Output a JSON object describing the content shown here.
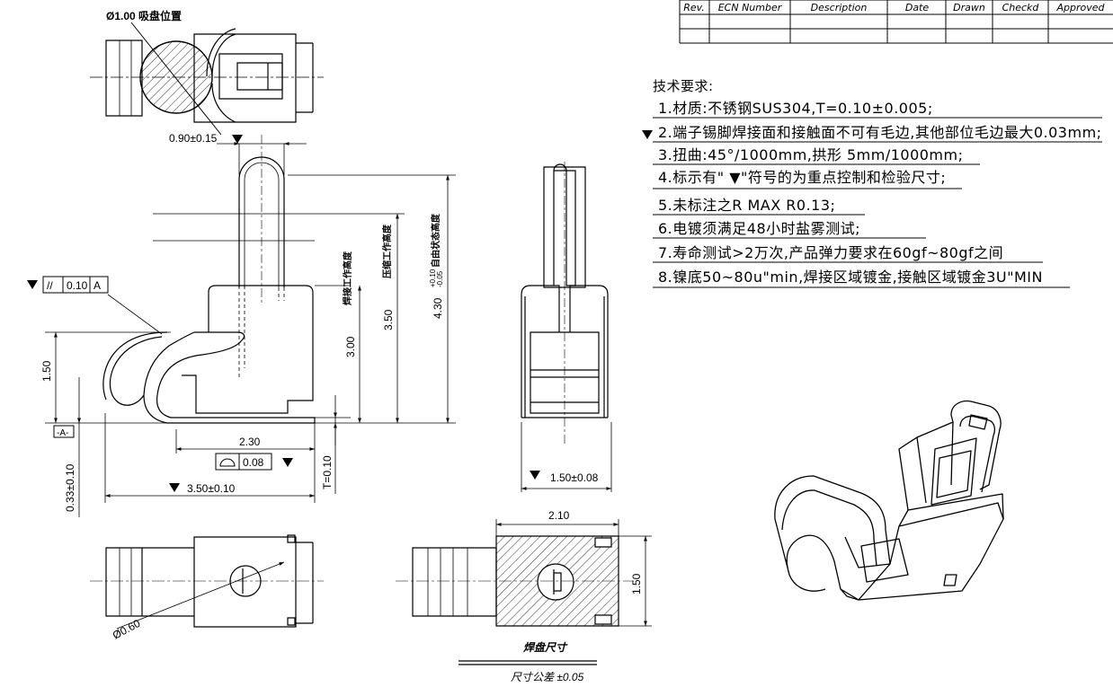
{
  "revision_table": {
    "headers": [
      "Rev.",
      "ECN Number",
      "Description",
      "Date",
      "Drawn",
      "Checkd",
      "Approved"
    ]
  },
  "top_view": {
    "suction_label": "Ø1.00 吸盘位置"
  },
  "side_view": {
    "dims": {
      "width_top": "0.90±0.15",
      "flatness_value": "0.10",
      "flatness_symbol": "//",
      "datum": "A",
      "datum_label": "-A-",
      "height_150": "1.50",
      "height_300": "3.00",
      "height_350": "3.50",
      "height_430": "4.30",
      "tol_plus": "+0.10",
      "tol_minus": "-0.05",
      "width_230": "2.30",
      "profile_value": "0.08",
      "width_350": "3.50±0.10",
      "thickness": "T=0.10",
      "offset": "0.33±0.10"
    },
    "vertical_labels": {
      "label_300": "焊接工作高度",
      "label_350": "压缩工作高度",
      "label_430": "自由状态高度"
    }
  },
  "front_view": {
    "width": "1.50±0.08"
  },
  "bottom_view": {
    "diameter": "Ø0.60"
  },
  "pad_view": {
    "width": "2.10",
    "height": "1.50",
    "title": "焊盘尺寸",
    "tolerance": "尺寸公差 ±0.05"
  },
  "technical_requirements": {
    "title": "技术要求:",
    "items": [
      "1.材质:不锈钢SUS304,T=0.10±0.005;",
      "2.端子锡脚焊接面和接触面不可有毛边,其他部位毛边最大0.03mm;",
      "3.扭曲:45°/1000mm,拱形 5mm/1000mm;",
      "4.标示有\" ▼\"符号的为重点控制和检验尺寸;",
      "5.未标注之R MAX R0.13;",
      "6.电镀须满足48小时盐雾测试;",
      "7.寿命测试>2万次,产品弹力要求在60gf~80gf之间",
      "8.镍底50~80u\"min,焊接区域镀金,接触区域镀金3U\"MIN"
    ]
  }
}
